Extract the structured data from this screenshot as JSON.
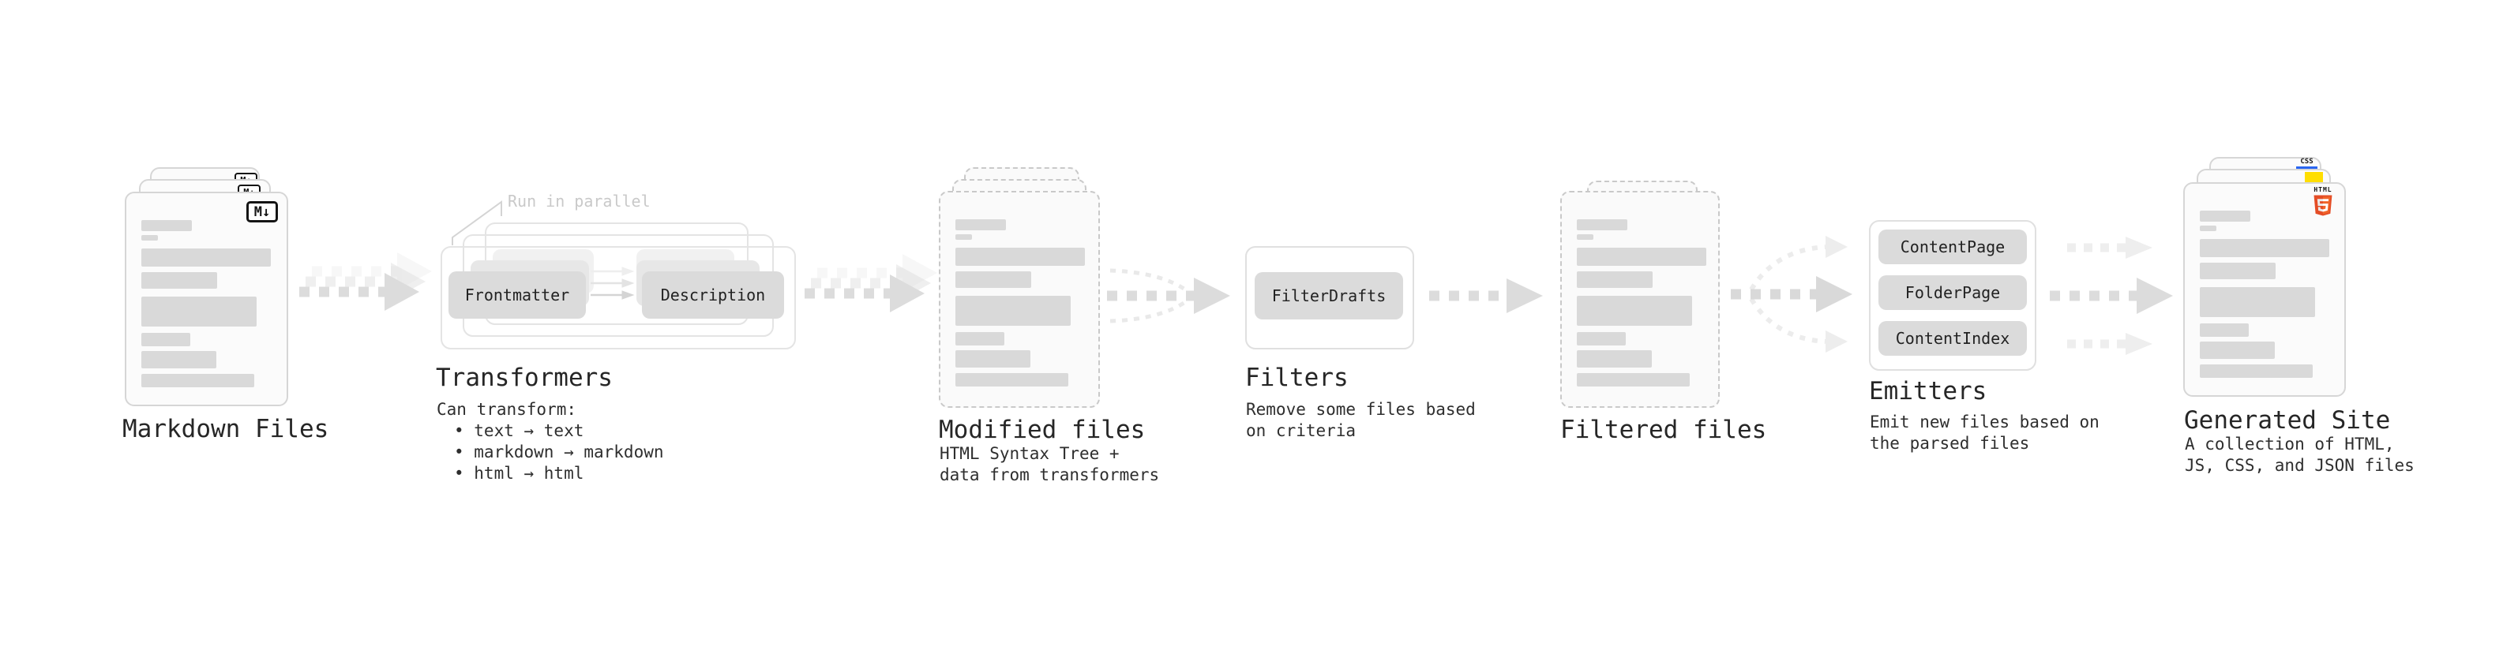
{
  "nodes": {
    "markdown_files": {
      "label": "Markdown Files",
      "badge_text": "M↓"
    },
    "transformers": {
      "heading": "Transformers",
      "run_in_parallel_note": "Run in parallel",
      "pills": {
        "frontmatter": "Frontmatter",
        "description": "Description"
      },
      "body": {
        "intro": "Can transform:",
        "bullet1": "• text → text",
        "bullet2": "• markdown → markdown",
        "bullet3": "• html → html"
      }
    },
    "modified_files": {
      "label": "Modified files",
      "body": {
        "line1": "HTML Syntax Tree +",
        "line2": "data from transformers"
      }
    },
    "filters": {
      "heading": "Filters",
      "pills": {
        "filter_drafts": "FilterDrafts"
      },
      "body": {
        "line1": "Remove some files based",
        "line2": "on criteria"
      }
    },
    "filtered_files": {
      "label": "Filtered files"
    },
    "emitters": {
      "heading": "Emitters",
      "pills": {
        "content_page": "ContentPage",
        "folder_page": "FolderPage",
        "content_index": "ContentIndex"
      },
      "body": {
        "line1": "Emit new files based on",
        "line2": "the parsed files"
      }
    },
    "generated_site": {
      "label": "Generated Site",
      "body": {
        "line1": "A collection of HTML,",
        "line2": "JS, CSS, and JSON files"
      },
      "badges": {
        "css": "CSS",
        "html_word": "HTML"
      }
    }
  },
  "colors": {
    "doc_border": "#d6d6d6",
    "dashed_border": "#c9c9c9",
    "placeholder_bar": "#d9d9d9",
    "pill_fill": "#dbdbdb",
    "arrow_gray": "#dcdcdc",
    "note_gray": "#c9c9c9",
    "html5_orange": "#e44d26",
    "js_yellow": "#ffde00",
    "css_blue": "#2965f1"
  }
}
